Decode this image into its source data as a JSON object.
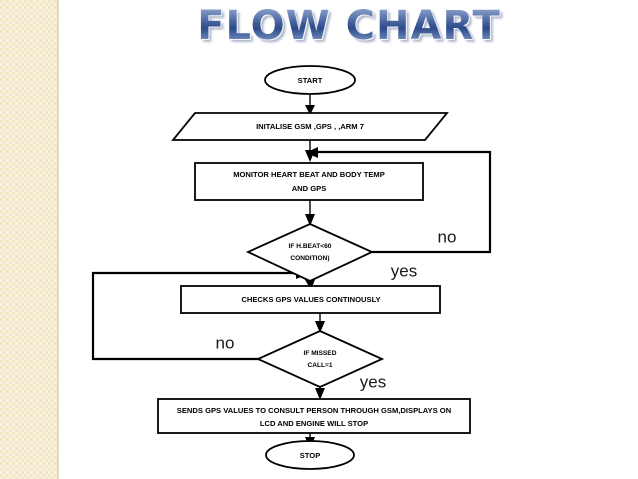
{
  "slide": {
    "title": "FLOW CHART",
    "background_color": "#ffffff",
    "border_color": "#f3e6c4",
    "title_color": "#3f5c97"
  },
  "flowchart": {
    "nodes": [
      {
        "id": "start",
        "type": "terminator",
        "label": "START"
      },
      {
        "id": "init",
        "type": "input-output",
        "label": "INITALISE GSM ,GPS , ,ARM 7"
      },
      {
        "id": "monitor",
        "type": "process",
        "label_line1": "MONITOR HEART BEAT AND BODY TEMP",
        "label_line2": "AND GPS"
      },
      {
        "id": "decision1",
        "type": "decision",
        "label_line1": "IF H.BEAT<60",
        "label_line2": "CONDITION)"
      },
      {
        "id": "checkgps",
        "type": "process",
        "label": "CHECKS GPS VALUES CONTINOUSLY"
      },
      {
        "id": "decision2",
        "type": "decision",
        "label_line1": "IF MISSED",
        "label_line2": "CALL=1"
      },
      {
        "id": "sends",
        "type": "process",
        "label_line1": "SENDS GPS VALUES TO CONSULT PERSON THROUGH GSM,DISPLAYS ON",
        "label_line2": "LCD AND ENGINE WILL STOP"
      },
      {
        "id": "stop",
        "type": "terminator",
        "label": "STOP"
      }
    ],
    "branch_labels": {
      "decision1_no": "no",
      "decision1_yes": "yes",
      "decision2_no": "no",
      "decision2_yes": "yes"
    }
  }
}
